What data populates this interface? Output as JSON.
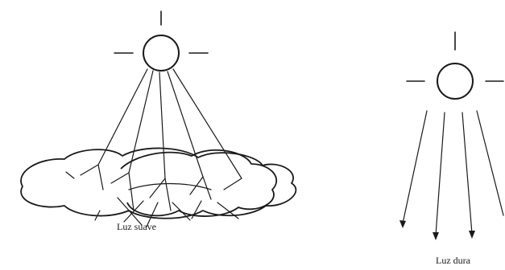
{
  "soft_light": {
    "caption": "Luz suave"
  },
  "hard_light": {
    "caption": "Luz dura"
  },
  "icons": [
    "sun-icon",
    "cloud-icon",
    "light-ray-arrow"
  ]
}
